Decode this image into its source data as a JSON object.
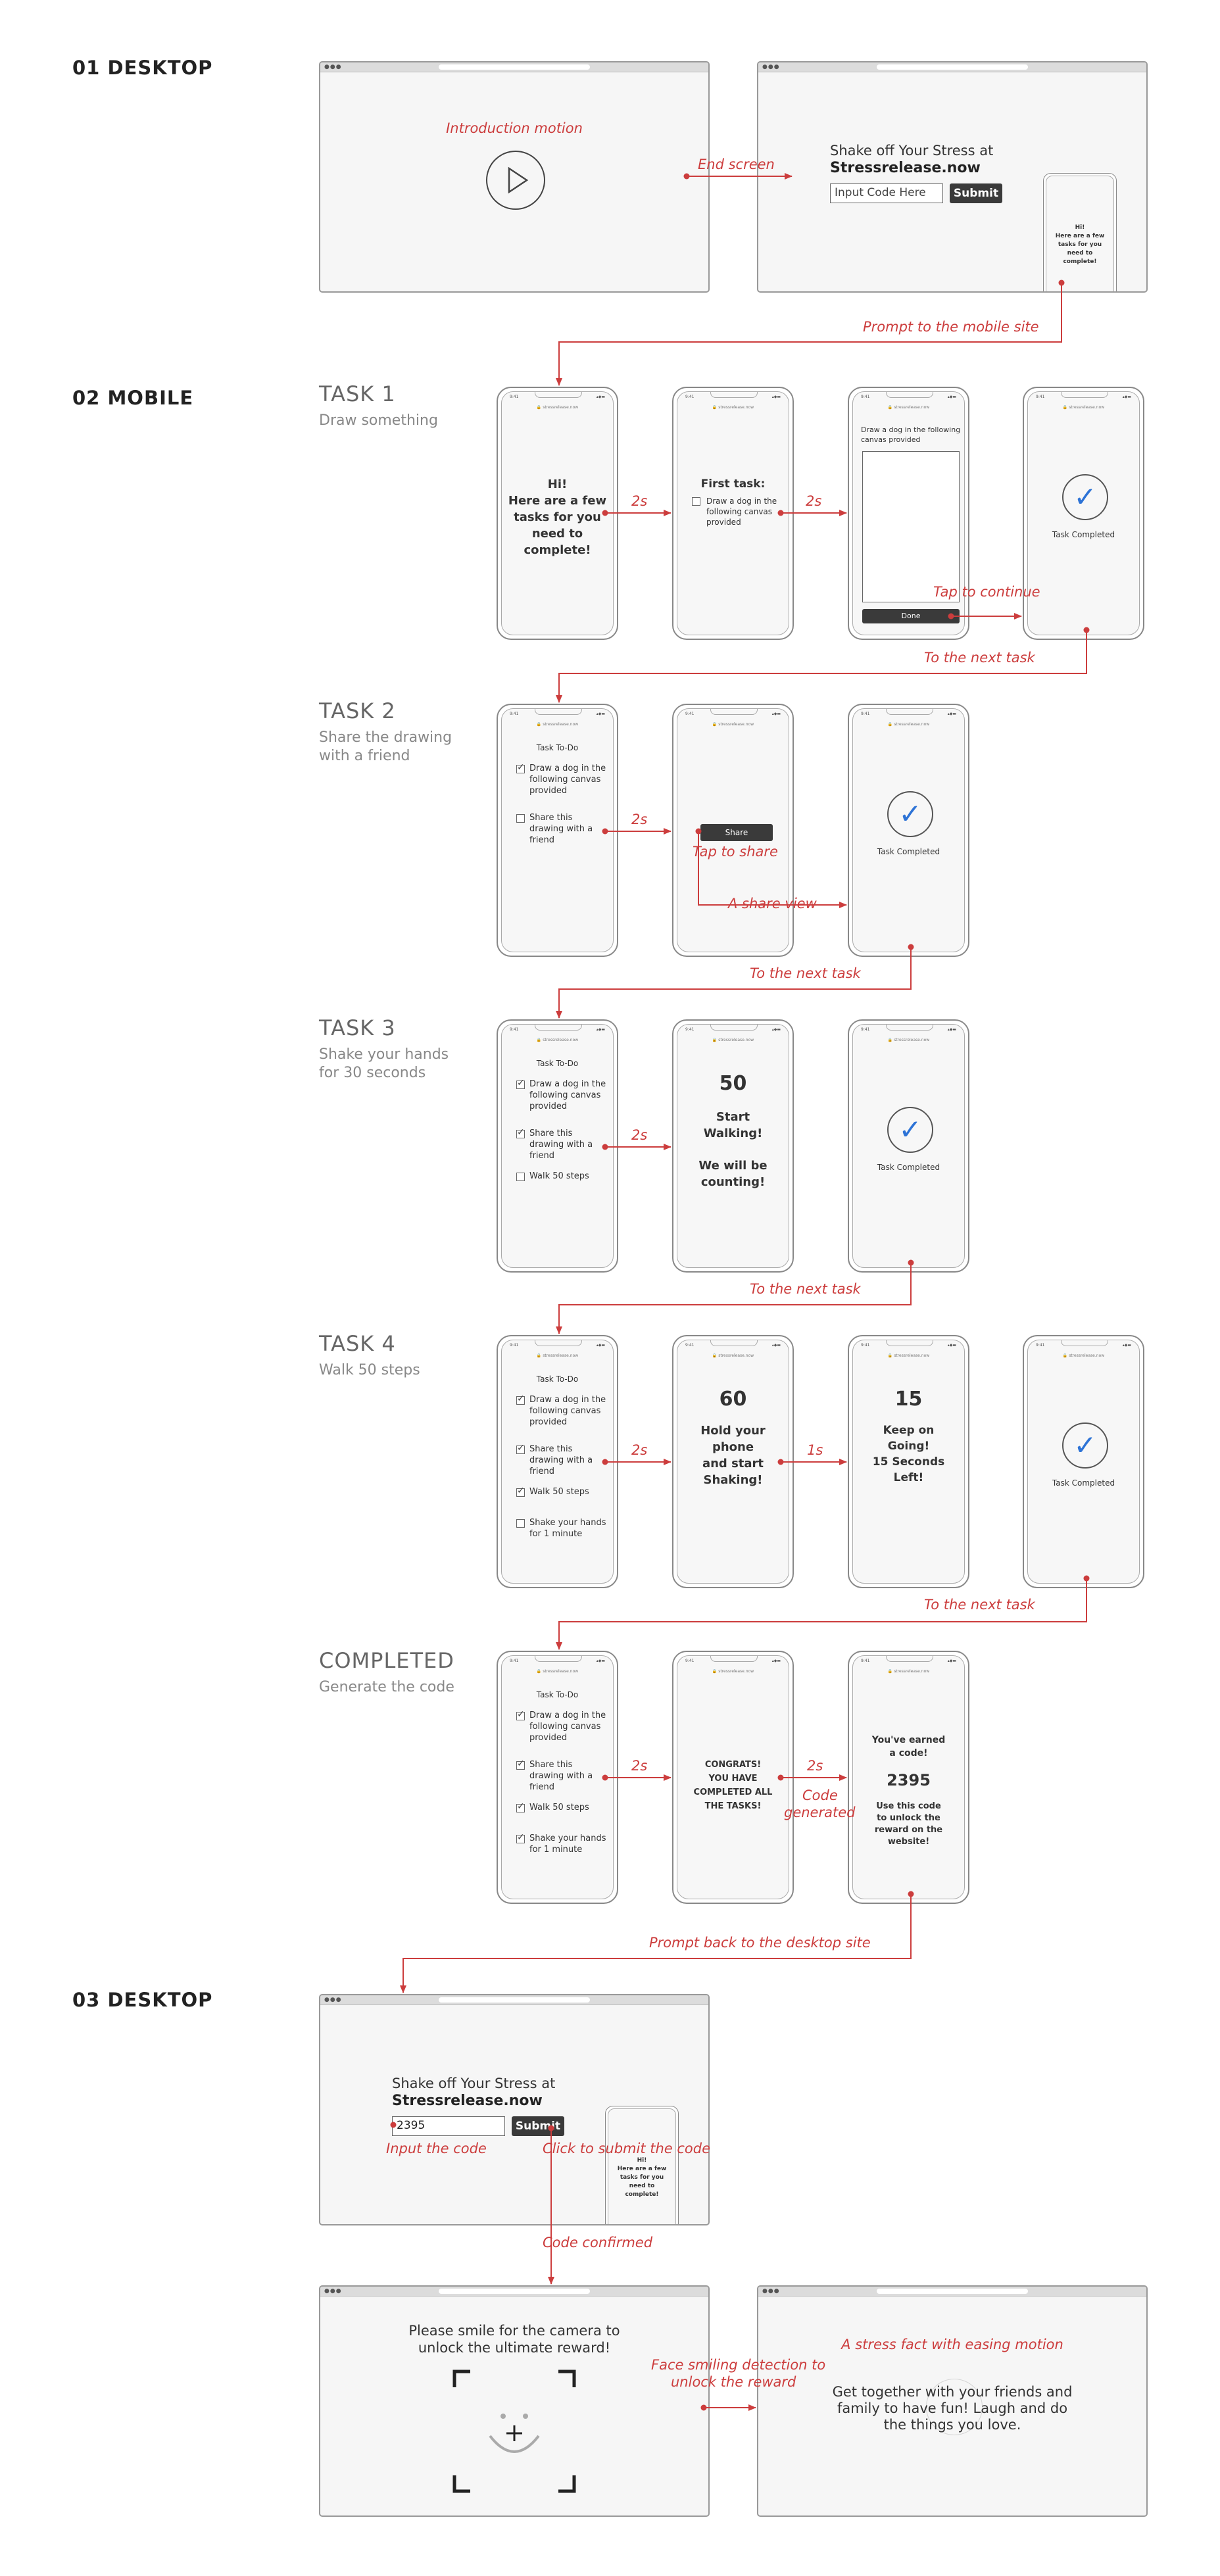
{
  "sections": {
    "s1": "01 DESKTOP",
    "s2": "02 MOBILE",
    "s3": "03 DESKTOP"
  },
  "tasks": [
    {
      "title": "TASK 1",
      "sub": "Draw something"
    },
    {
      "title": "TASK 2",
      "sub1": "Share the drawing",
      "sub2": "with a friend"
    },
    {
      "title": "TASK 3",
      "sub1": "Shake your hands",
      "sub2": "for 30 seconds"
    },
    {
      "title": "TASK 4",
      "sub": "Walk 50 steps"
    },
    {
      "title": "COMPLETED",
      "sub": "Generate the code"
    }
  ],
  "desktop": {
    "intro": "Introduction motion",
    "end": "End screen",
    "headline": "Shake off Your Stress at",
    "site": "Stressrelease.now",
    "input_placeholder": "Input Code Here",
    "submit": "Submit",
    "prompt_mobile": "Prompt to the mobile site",
    "code_value": "2395",
    "input_code": "Input the code",
    "click_submit": "Click to submit the code",
    "confirmed": "Code confirmed",
    "prompt_back": "Prompt back to the desktop site",
    "smile1": "Please smile for the camera to",
    "smile2": "unlock the ultimate reward!",
    "face1": "Face smiling detection to",
    "face2": "unlock the reward",
    "fact_title": "A stress fact with easing motion",
    "fact1": "Get together with your friends and",
    "fact2": "family to have fun! Laugh and do",
    "fact3": "the things you love."
  },
  "phone": {
    "time": "9:41",
    "signal": "▴◆▬",
    "url": "🔒 stressrelease.now",
    "hi": "Hi!",
    "hi_l1": "Here are a few",
    "hi_l2": "tasks for you",
    "hi_l3": "need to",
    "hi_l4": "complete!",
    "mini_l1": "Here are a few",
    "mini_l2": "tasks for you",
    "mini_l3": "need to",
    "mini_l4": "complete!",
    "first_task": "First task:",
    "first_l1": "Draw a dog in the",
    "first_l2": "following canvas",
    "first_l3": "provided",
    "canvas_l1": "Draw a dog in the following",
    "canvas_l2": "canvas provided",
    "done": "Done",
    "completed": "Task Completed",
    "todo": "Task To-Do",
    "item1_l1": "Draw a dog in the",
    "item1_l2": "following canvas",
    "item1_l3": "provided",
    "item2_l1": "Share this",
    "item2_l2": "drawing with a",
    "item2_l3": "friend",
    "item3": "Walk 50 steps",
    "item4_l1": "Shake your hands",
    "item4_l2": "for 1 minute",
    "share": "Share",
    "n50": "50",
    "start1": "Start",
    "start2": "Walking!",
    "count1": "We will be",
    "count2": "counting!",
    "n60": "60",
    "hold1": "Hold your",
    "hold2": "phone",
    "hold3": "and start",
    "hold4": "Shaking!",
    "n15": "15",
    "keep1": "Keep on",
    "keep2": "Going!",
    "keep3": "15 Seconds",
    "keep4": "Left!",
    "congrats1": "CONGRATS!",
    "congrats2": "YOU HAVE",
    "congrats3": "COMPLETED ALL",
    "congrats4": "THE TASKS!",
    "earned1": "You've earned",
    "earned2": "a code!",
    "code": "2395",
    "use1": "Use this code",
    "use2": "to unlock the",
    "use3": "reward on the",
    "use4": "website!"
  },
  "labels": {
    "t2s": "2s",
    "t1s": "1s",
    "tap_continue": "Tap to continue",
    "next": "To the next task",
    "tap_share": "Tap to share",
    "share_view": "A share view",
    "code_gen1": "Code",
    "code_gen2": "generated"
  },
  "colors": {
    "accent": "#cc3d3d",
    "check": "#2d73d6",
    "button": "#3a3a3a"
  }
}
